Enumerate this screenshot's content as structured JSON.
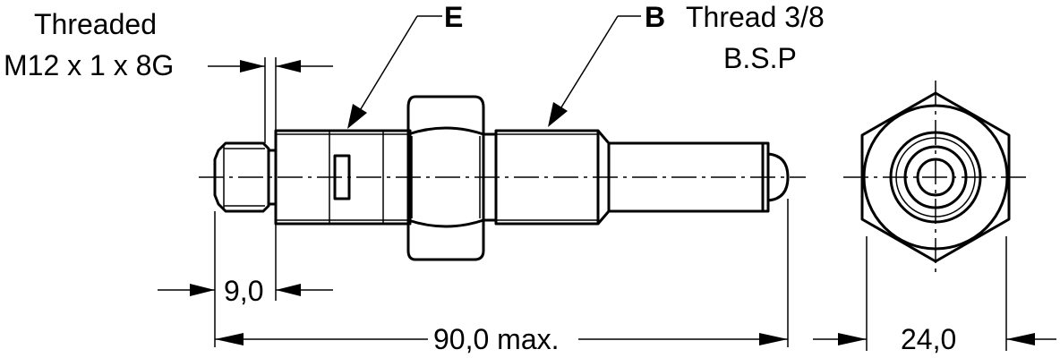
{
  "labels": {
    "threaded_line1": "Threaded",
    "threaded_line2": "M12 x 1 x 8G",
    "e_letter": "E",
    "b_letter": "B",
    "b_thread_line1": "Thread 3/8",
    "b_thread_line2": "B.S.P",
    "dim_9": "9,0",
    "dim_90": "90,0 max.",
    "dim_24": "24,0"
  },
  "colors": {
    "line": "#000000",
    "background": "#ffffff"
  }
}
